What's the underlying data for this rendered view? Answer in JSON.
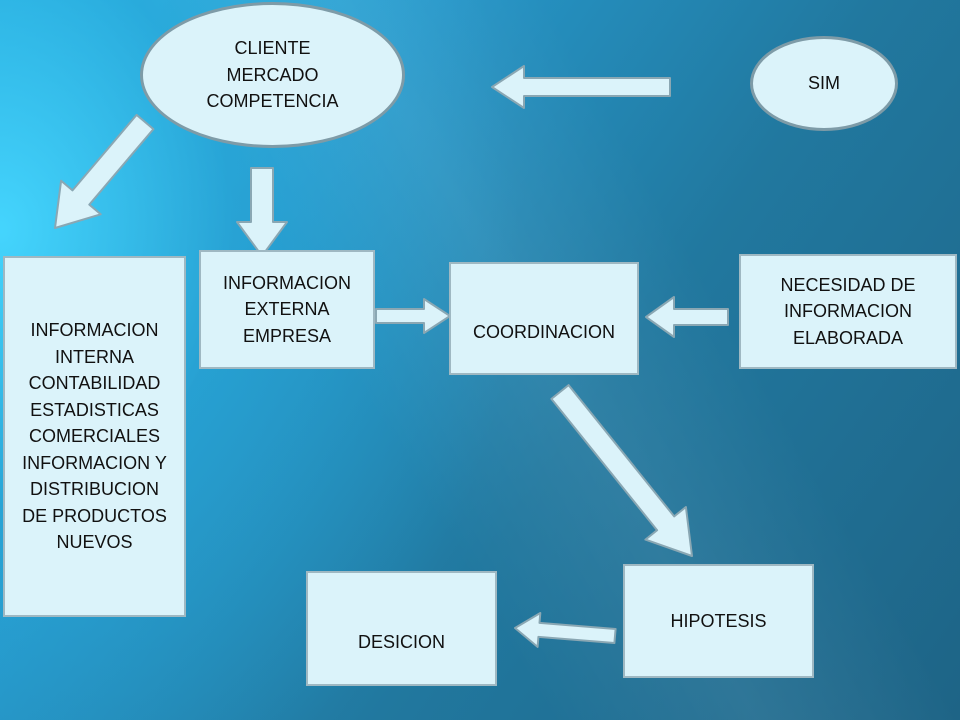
{
  "nodes": {
    "cliente": "CLIENTE\nMERCADO\nCOMPETENCIA",
    "sim": "SIM",
    "interna": "INFORMACION\nINTERNA\nCONTABILIDAD\nESTADISTICAS\nCOMERCIALES\nINFORMACION Y\nDISTRIBUCION\nDE PRODUCTOS\nNUEVOS",
    "externa": "INFORMACION\nEXTERNA\nEMPRESA",
    "coordinacion": "COORDINACION",
    "necesidad": "NECESIDAD DE\nINFORMACION\nELABORADA",
    "hipotesis": "HIPOTESIS",
    "desicion": "DESICION"
  },
  "colors": {
    "node_fill": "#dbf3fa",
    "node_border": "#9fb8c2",
    "arrow_fill": "#dbf3fa",
    "arrow_stroke": "#8aa7b3"
  },
  "edges": [
    {
      "from": "sim",
      "to": "cliente"
    },
    {
      "from": "cliente",
      "to": "interna"
    },
    {
      "from": "cliente",
      "to": "externa"
    },
    {
      "from": "externa",
      "to": "coordinacion"
    },
    {
      "from": "necesidad",
      "to": "coordinacion"
    },
    {
      "from": "coordinacion",
      "to": "hipotesis"
    },
    {
      "from": "hipotesis",
      "to": "desicion"
    }
  ]
}
